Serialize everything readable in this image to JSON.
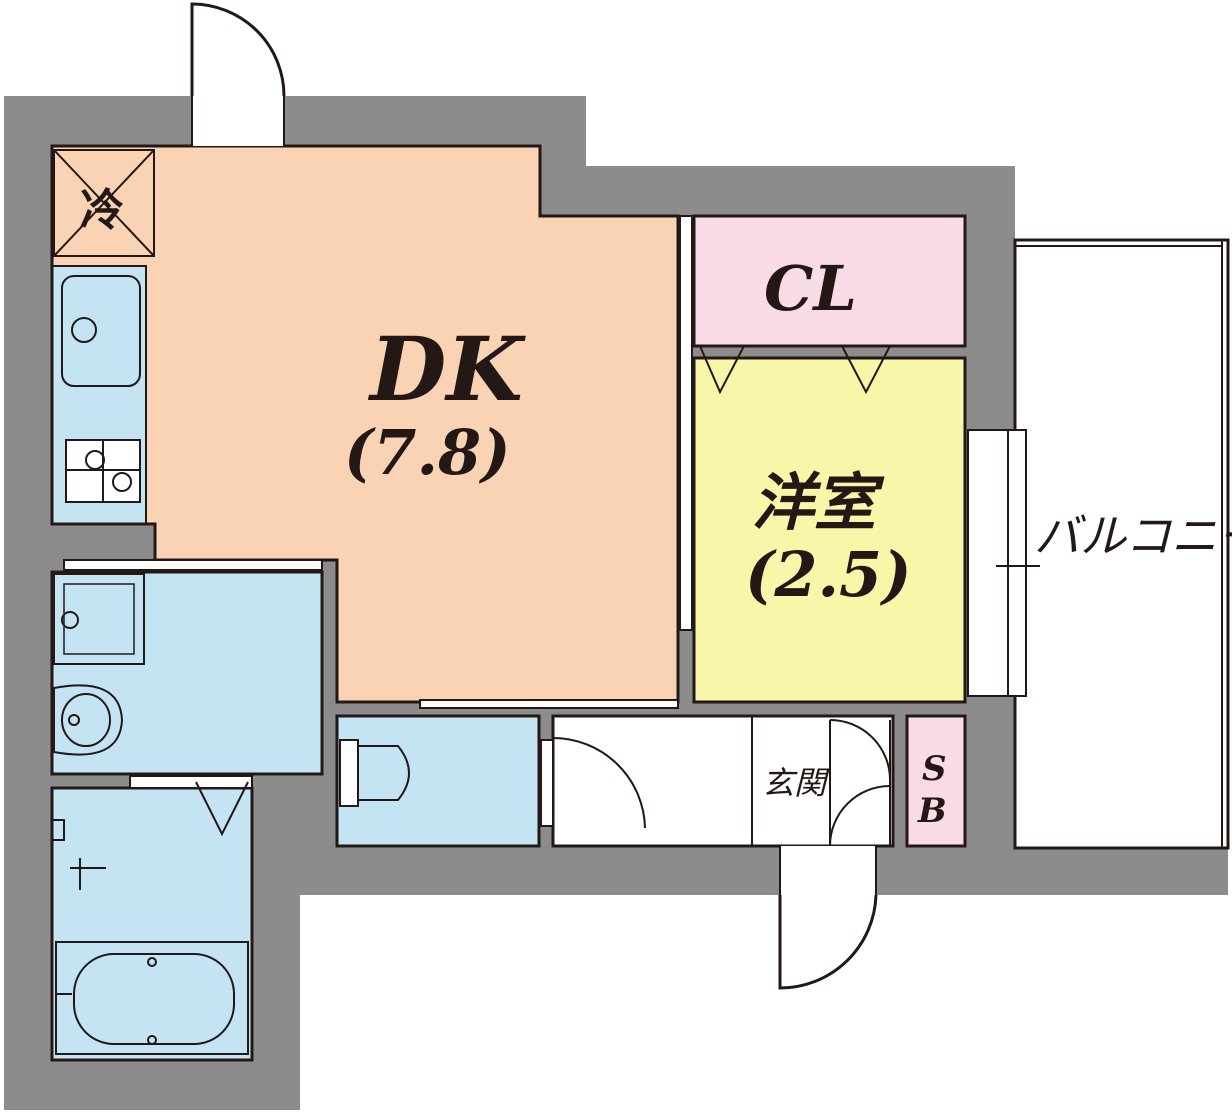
{
  "colors": {
    "wall": "#8c8c8c",
    "dk_floor": "#f9d3b3",
    "wet_area": "#c4e4f4",
    "closet": "#f9dce8",
    "western_room": "#f8f6a8",
    "storage": "#f9dce8",
    "line": "#231815"
  },
  "rooms": {
    "dk": {
      "name": "DK",
      "size": "(7.8)"
    },
    "western": {
      "name": "洋室",
      "size": "(2.5)"
    },
    "closet": {
      "name": "CL"
    },
    "entrance": {
      "name": "玄関"
    },
    "shoe_box": {
      "line1": "S",
      "line2": "B"
    },
    "balcony": {
      "name": "バルコニー"
    },
    "fridge": {
      "name": "冷"
    }
  },
  "icons": [
    "fridge-icon",
    "sink-icon",
    "stove-icon",
    "washer-icon",
    "washbasin-icon",
    "toilet-icon",
    "bathtub-icon",
    "shower-icon",
    "door-swing-icon"
  ]
}
